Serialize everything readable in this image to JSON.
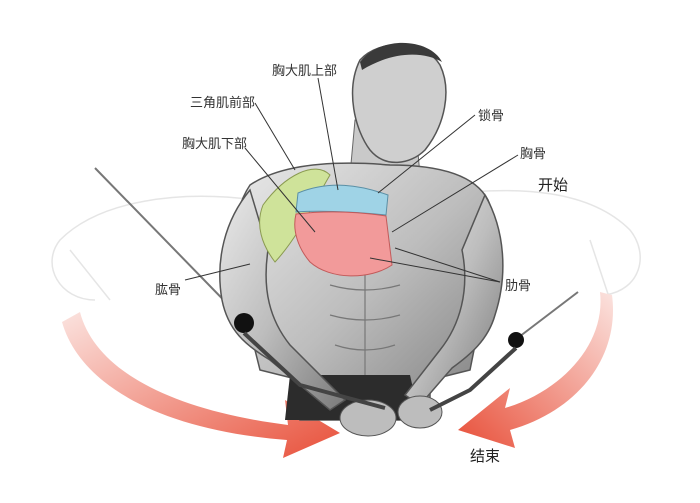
{
  "labels": {
    "upper_pec": "胸大肌上部",
    "front_delt": "三角肌前部",
    "lower_pec": "胸大肌下部",
    "clavicle": "锁骨",
    "sternum": "胸骨",
    "humerus": "肱骨",
    "rib": "肋骨",
    "start": "开始",
    "end": "结束"
  },
  "colors": {
    "arrow": "#e8503a",
    "delt_muscle": "#cfe39a",
    "upper_pec_muscle": "#9fd3e6",
    "lower_pec_muscle": "#f29a9a",
    "leader_line": "#333333"
  }
}
